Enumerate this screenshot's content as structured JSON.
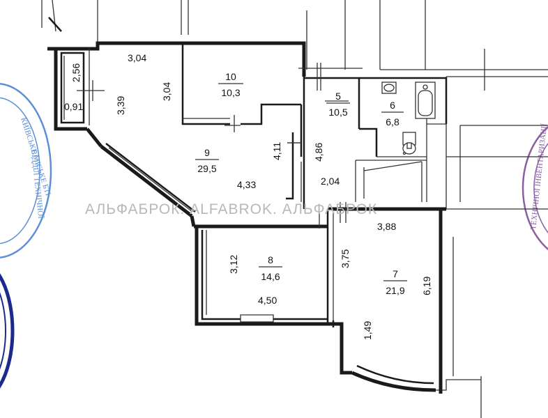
{
  "watermark": "АЛЬФАБРОК. ALFABROK. АЛЬФАБРОК",
  "colors": {
    "wall": "#1a1a1a",
    "seal_blue": "#5b8fd6",
    "seal_dark_blue": "#1c2a8c",
    "seal_purple": "#8a5fa0",
    "watermark": "#b8b8b8"
  },
  "rooms": {
    "r10": {
      "number": "10",
      "area": "10,3"
    },
    "r5": {
      "number": "5",
      "area": "10,5"
    },
    "r6": {
      "number": "6",
      "area": "6,8"
    },
    "r9": {
      "number": "9",
      "area": "29,5"
    },
    "r8": {
      "number": "8",
      "area": "14,6"
    },
    "r7": {
      "number": "7",
      "area": "21,9"
    }
  },
  "dims": {
    "balcony_len": "2,56",
    "balcony_w": "0,91",
    "r9_top": "3,04",
    "r9_left": "3,39",
    "r9_inner": "3,04",
    "r9_right": "4,11",
    "r9_bottom": "4,33",
    "r5_height": "4,86",
    "corridor": "2,04",
    "r7_top": "3,88",
    "r7_left": "3,75",
    "r7_right": "6,19",
    "r7_lower": "1,49",
    "r8_left": "3,12",
    "r8_bottom": "4,50"
  }
}
